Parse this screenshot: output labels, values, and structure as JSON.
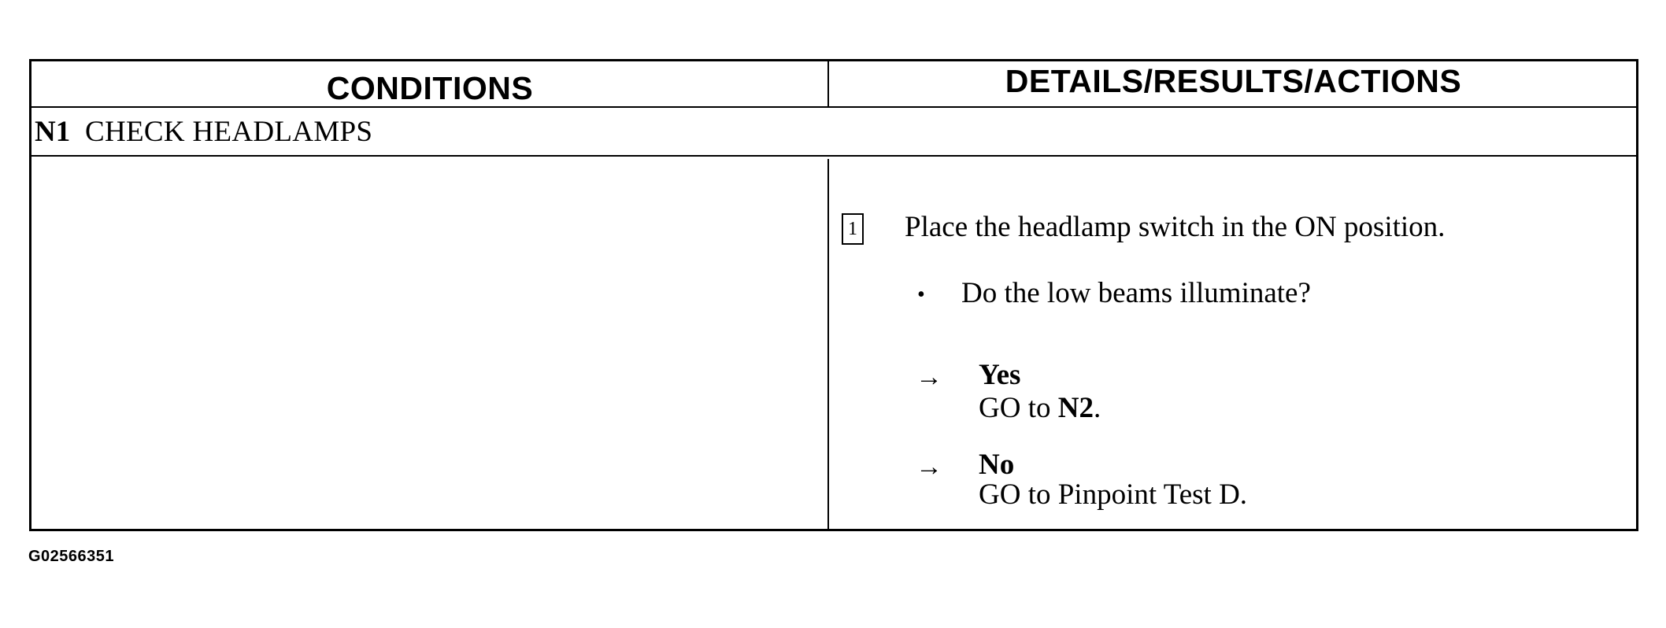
{
  "table": {
    "headers": {
      "conditions": "CONDITIONS",
      "details": "DETAILS/RESULTS/ACTIONS"
    },
    "step": {
      "id": "N1",
      "title": "CHECK HEADLAMPS"
    },
    "substep": {
      "number": "1",
      "instruction": "Place the headlamp switch in the ON position.",
      "question": "Do the low beams illuminate?",
      "answers": [
        {
          "label": "Yes",
          "action_prefix": "GO to ",
          "action_target": "N2",
          "action_suffix": "."
        },
        {
          "label": "No",
          "action_prefix": "GO to Pinpoint Test D.",
          "action_target": "",
          "action_suffix": ""
        }
      ]
    }
  },
  "figure_id": "G02566351"
}
